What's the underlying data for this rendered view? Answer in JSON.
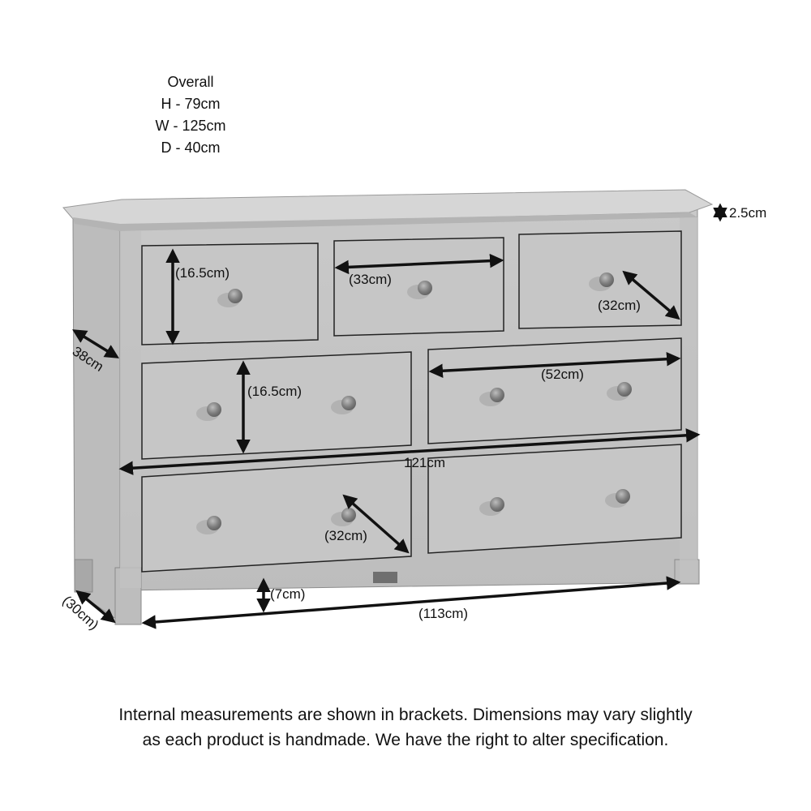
{
  "overall": {
    "title": "Overall",
    "height": "H - 79cm",
    "width": "W - 125cm",
    "depth": "D - 40cm"
  },
  "measurements": {
    "top_thickness": "2.5cm",
    "side_depth": "38cm",
    "drawer_top_left_height": "(16.5cm)",
    "drawer_top_middle_width": "(33cm)",
    "drawer_top_right_depth": "(32cm)",
    "drawer_middle_left_height": "(16.5cm)",
    "drawer_middle_right_width": "(52cm)",
    "internal_width": "121cm",
    "drawer_bottom_left_depth": "(32cm)",
    "leg_clearance": "(7cm)",
    "leg_depth": "(30cm)",
    "leg_span": "(113cm)"
  },
  "footer": {
    "line1": "Internal measurements are shown in brackets. Dimensions may vary slightly",
    "line2": "as each product is handmade. We have the right to alter specification."
  },
  "colors": {
    "wood_light": "#cfcfcf",
    "wood_mid": "#b9b9b9",
    "wood_dark": "#9a9a9a",
    "knob": "#8a8a8a",
    "line": "#111111"
  }
}
